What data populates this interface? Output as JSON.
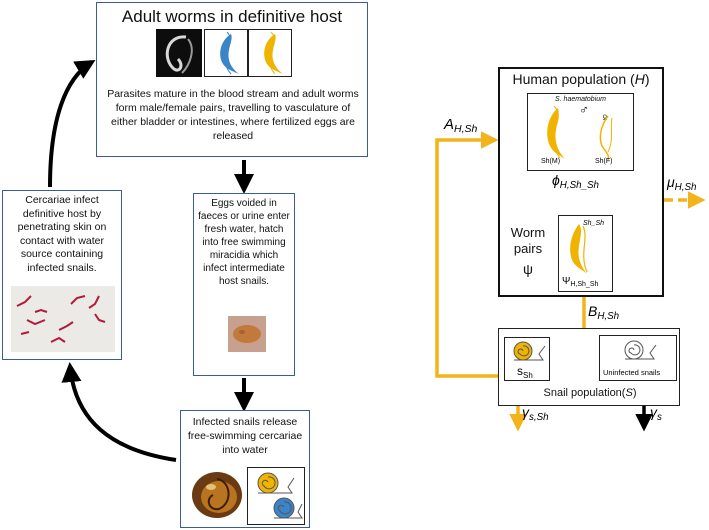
{
  "cycle": {
    "adult_title": "Adult worms in definitive host",
    "adult_text": "Parasites mature in the blood stream and adult worms form male/female pairs, travelling to vasculature of either bladder or intestines, where fertilized eggs are released",
    "eggs_text": "Eggs voided in faeces or urine enter fresh water, hatch into free swimming miracidia which infect intermediate host snails.",
    "snails_text": "Infected snails release free-swimming cercariae into water",
    "cercariae_text": "Cercariae infect definitive host by penetrating skin on contact with water source containing infected snails."
  },
  "model": {
    "human_title": "Human population (",
    "human_var": "H",
    "human_close": ")",
    "species_label": "S. haematobium",
    "male_symbol": "♂",
    "female_symbol": "♀",
    "male_label": "Sh(M)",
    "female_label": "Sh(F)",
    "phi_symbol": "ϕ",
    "phi_sub": "H,Sh_Sh",
    "pair_tag": "Sh_Sh",
    "psi_label": "Ψ",
    "psi_sub": "H,Sh_Sh",
    "worm_pairs_label": "Worm pairs",
    "psi_symbol": "ψ",
    "A_symbol": "A",
    "A_sub": "H,Sh",
    "mu_symbol": "μ",
    "mu_sub": "H,Sh",
    "B_symbol": "B",
    "B_sub": "H,Sh",
    "s_label": "s",
    "s_sub": "Sh",
    "uninfected_label": "Uninfected snails",
    "snail_pop_title": "Snail population(",
    "snail_pop_var": "S",
    "snail_pop_close": ")",
    "gamma_symbol": "γ",
    "gamma_s_sh_sub": "s,Sh",
    "gamma_s_sub": "s"
  },
  "colors": {
    "box_border": "#3b5b9b",
    "arrow_yellow": "#f2b31c",
    "worm_yellow": "#f0b400",
    "worm_blue": "#3b84c9"
  }
}
